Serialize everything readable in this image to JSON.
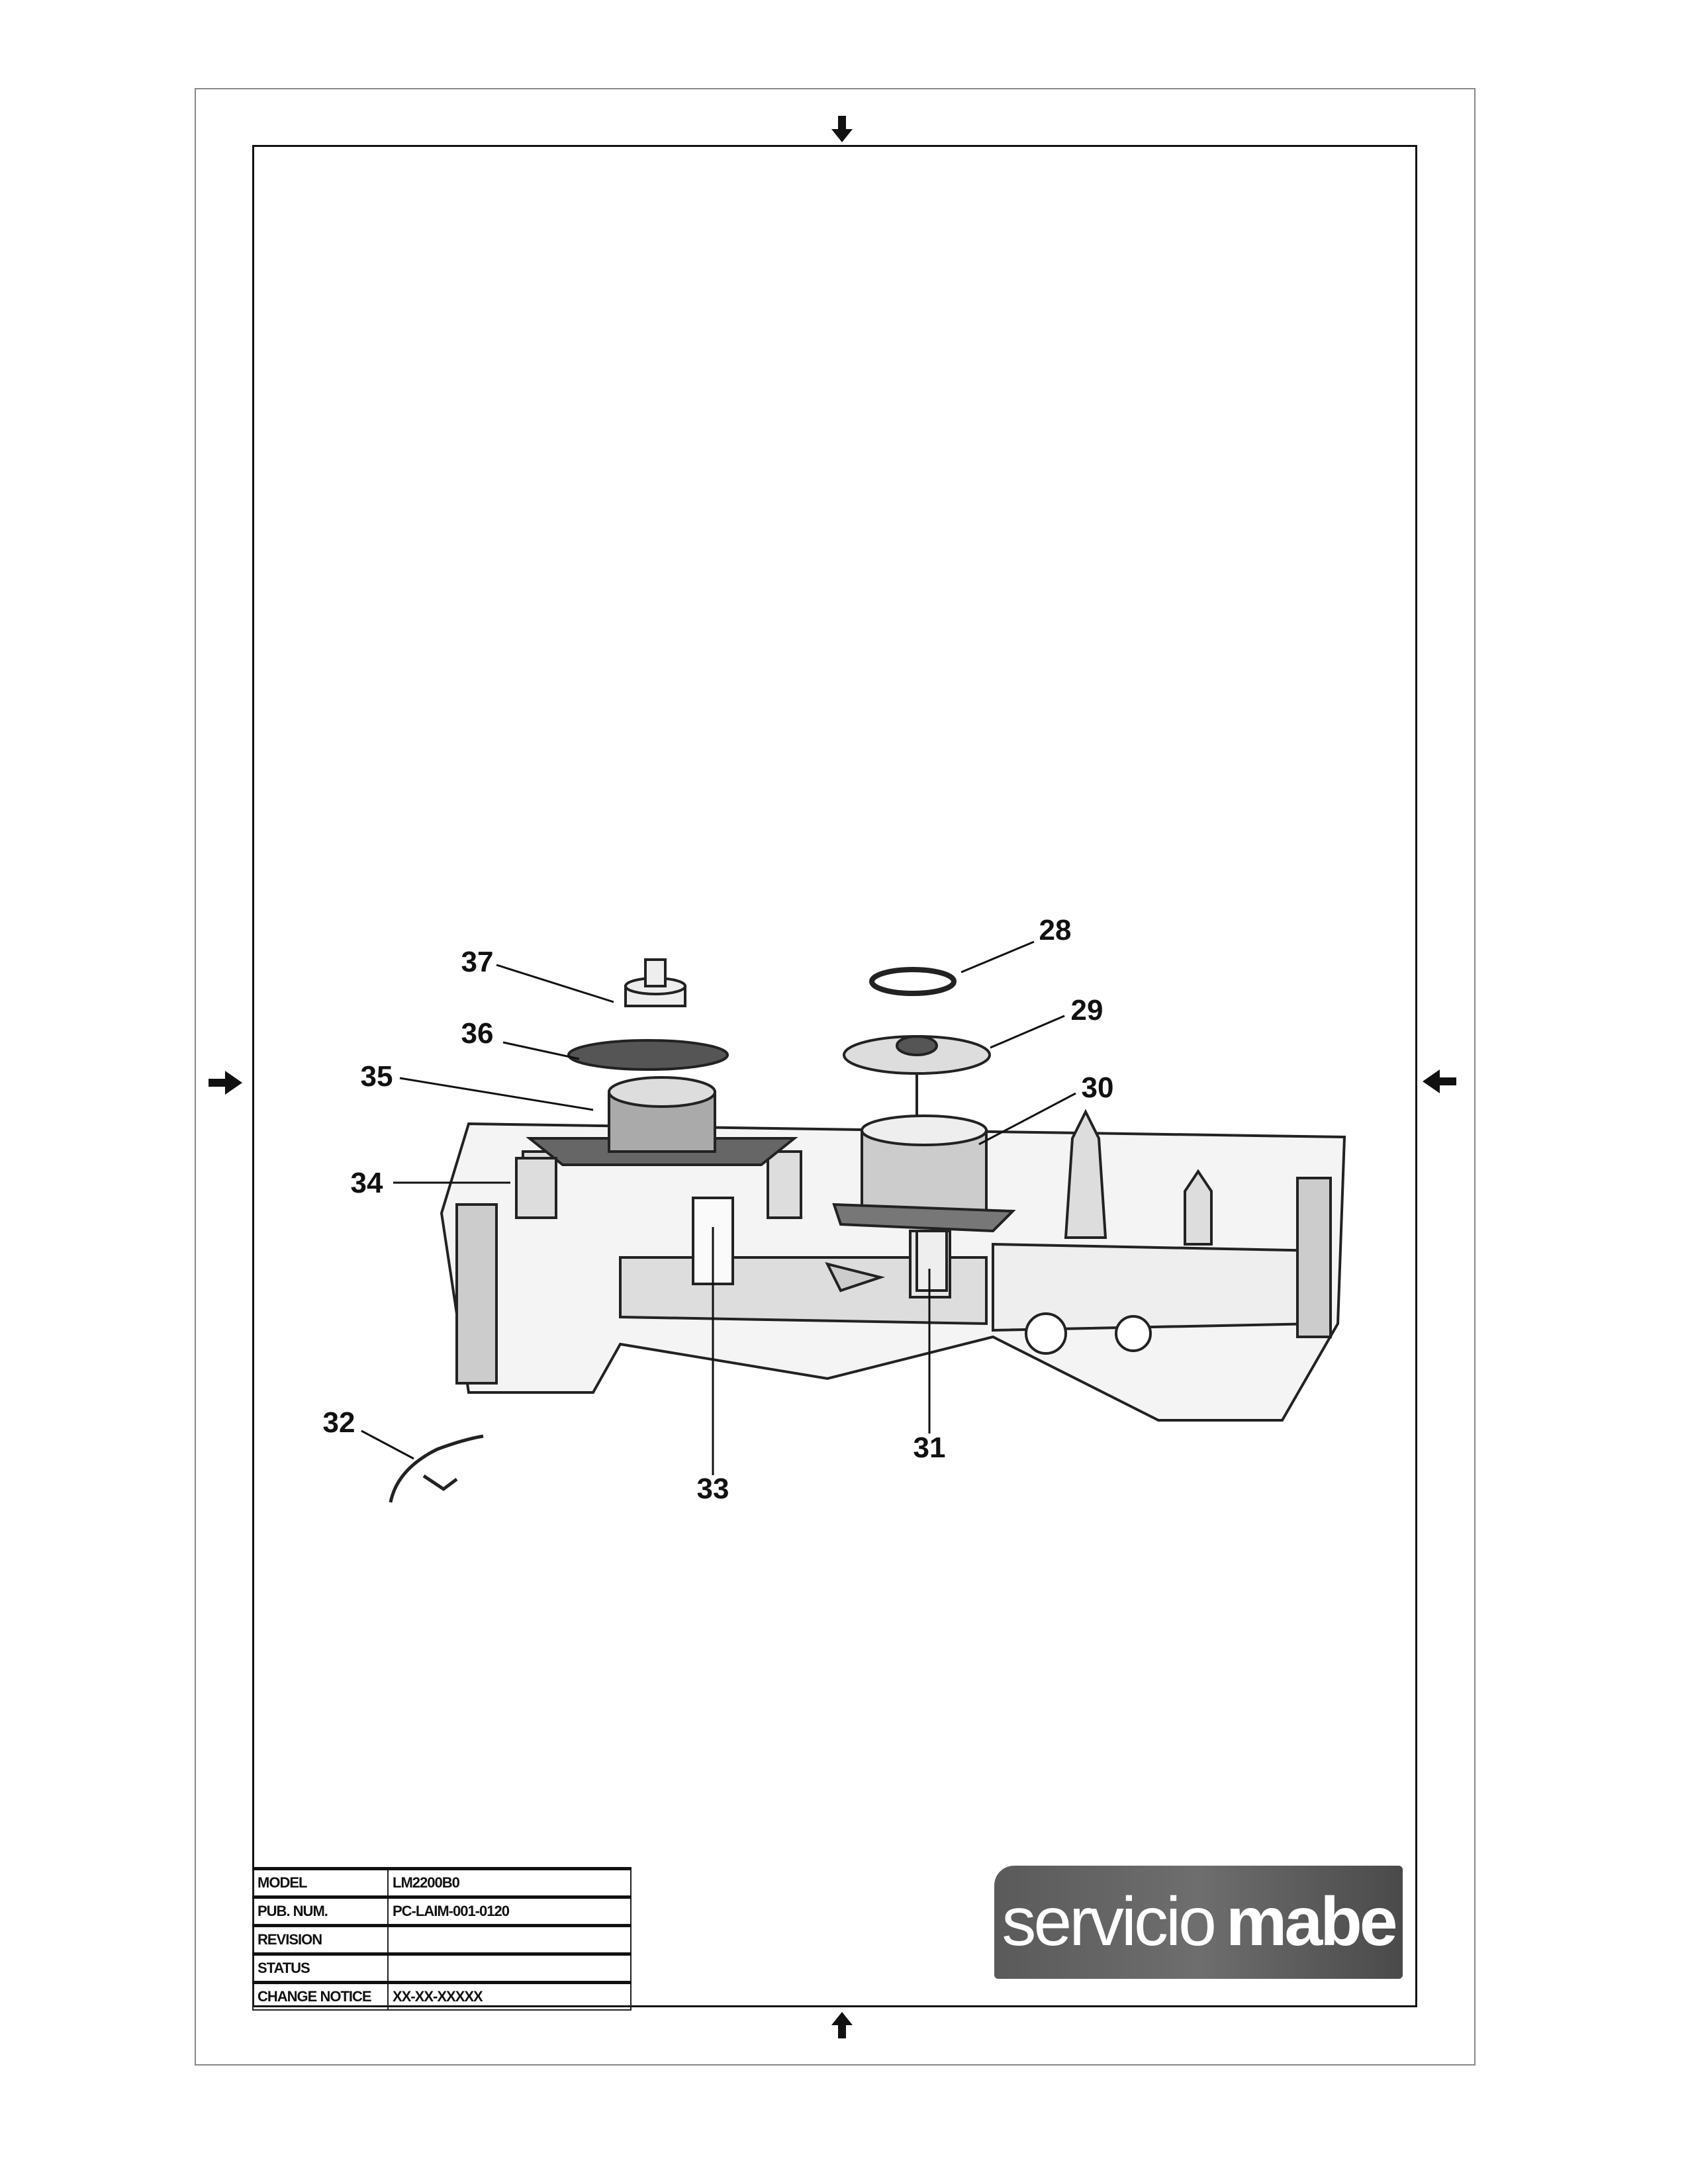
{
  "callouts": [
    "28",
    "29",
    "30",
    "31",
    "32",
    "33",
    "34",
    "35",
    "36",
    "37"
  ],
  "title_block": {
    "rows": [
      {
        "label": "MODEL",
        "value": "LM2200B0"
      },
      {
        "label": "PUB. NUM.",
        "value": "PC-LAIM-001-0120"
      },
      {
        "label": "REVISION",
        "value": ""
      },
      {
        "label": "STATUS",
        "value": ""
      },
      {
        "label": "CHANGE NOTICE",
        "value": "XX-XX-XXXXX"
      }
    ]
  },
  "logo": {
    "word1": "servicio",
    "word2": "mabe"
  },
  "icons": [
    "arrow-down-icon",
    "arrow-up-icon",
    "arrow-right-icon",
    "arrow-left-icon"
  ]
}
